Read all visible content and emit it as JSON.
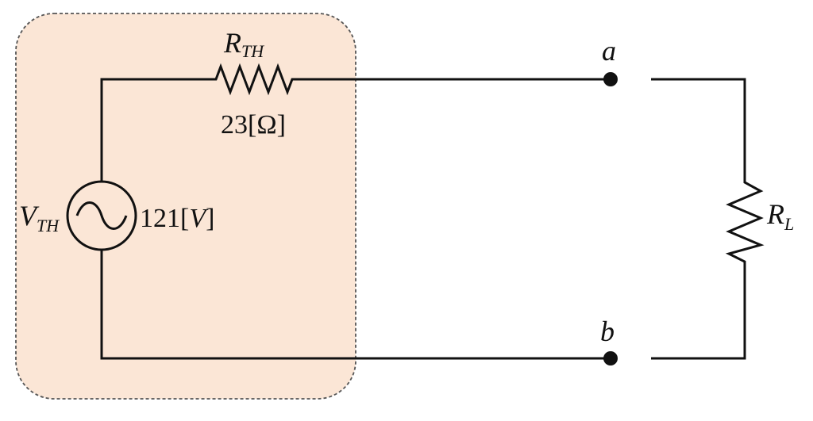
{
  "colors": {
    "thevenin_box_fill": "#fbe6d6",
    "thevenin_box_border": "#555555",
    "wire": "#111111"
  },
  "icons": {
    "source": "ac-voltage-source-icon",
    "resistor": "resistor-zigzag-icon",
    "terminal": "terminal-dot-icon"
  },
  "labels": {
    "rth_main": "R",
    "rth_sub": "TH",
    "rth_value": "23[Ω]",
    "vth_main": "V",
    "vth_sub": "TH",
    "vth_value_num": "121[",
    "vth_value_unit": "V",
    "vth_value_close": "]",
    "terminal_a": "a",
    "terminal_b": "b",
    "rl_main": "R",
    "rl_sub": "L"
  }
}
